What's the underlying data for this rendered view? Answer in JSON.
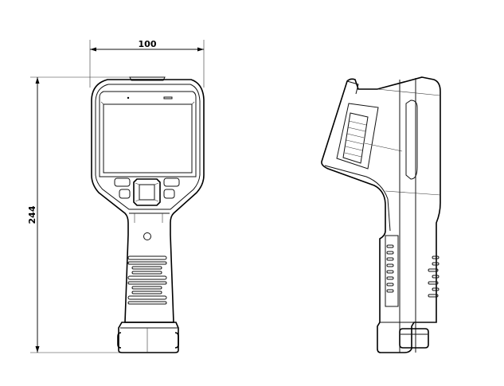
{
  "drawing": {
    "width_dimension": "100",
    "height_dimension": "244",
    "views": [
      "front-view",
      "side-view"
    ],
    "line_color": "#111111",
    "background": "#ffffff"
  }
}
